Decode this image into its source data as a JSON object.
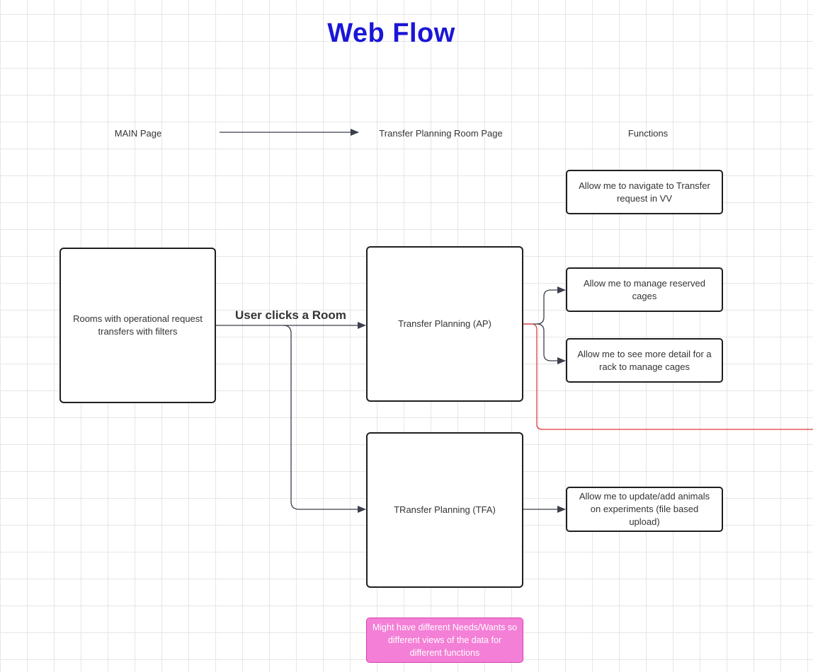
{
  "title": "Web Flow",
  "columns": {
    "main": "MAIN Page",
    "transfer": "Transfer Planning Room Page",
    "functions": "Functions"
  },
  "nodes": {
    "rooms": "Rooms with operational request transfers with filters",
    "tp_ap": "Transfer Planning (AP)",
    "tp_tfa": "TRansfer Planning (TFA)",
    "fn_navigate": "Allow me to navigate to Transfer request in VV",
    "fn_reserved": "Allow me to manage reserved cages",
    "fn_rack": "Allow me to see more detail for a rack to manage cages",
    "fn_animals": "Allow me to update/add animals on experiments (file based upload)"
  },
  "edges": {
    "user_clicks": "User clicks a Room"
  },
  "note": "Might have different Needs/Wants so different views of the data for different functions",
  "colors": {
    "title": "#1b16d6",
    "connector": "#3a3f4a",
    "red_connector": "#e23b3b",
    "note_fill": "#f47fd6"
  }
}
